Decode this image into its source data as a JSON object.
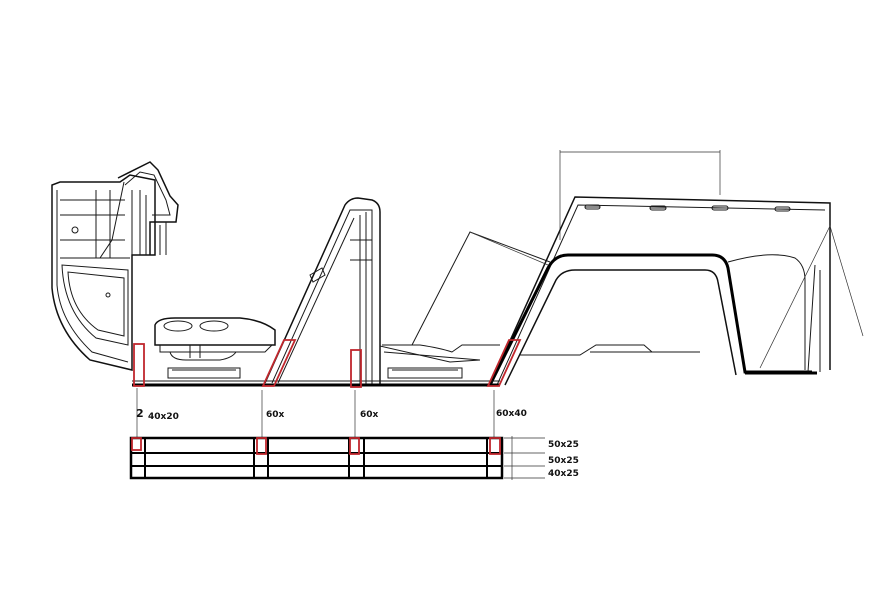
{
  "colors": {
    "line": "#000000",
    "accent": "#c0272d",
    "background": "#ffffff"
  },
  "labels": {
    "post_1_count": "2",
    "post_1_size": "40x20",
    "post_2_size": "60x",
    "post_3_size": "60x",
    "post_4_size": "60x40",
    "rail_top": "50x25",
    "rail_middle": "50x25",
    "rail_bottom": "40x25"
  }
}
